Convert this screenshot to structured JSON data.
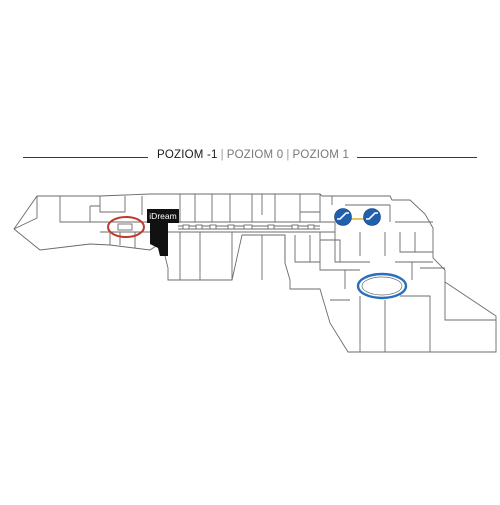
{
  "levels": {
    "tabs": [
      {
        "label": "POZIOM -1",
        "active": true
      },
      {
        "label": "POZIOM 0",
        "active": false
      },
      {
        "label": "POZIOM 1",
        "active": false
      }
    ],
    "separator": "|"
  },
  "map": {
    "highlighted_store": "iDream",
    "icons": [
      "escalator-icon",
      "escalator-icon"
    ],
    "colors": {
      "highlight": "#111111",
      "red_ring": "#c0392b",
      "blue_ring": "#2a6fbf",
      "escalator": "#1f5fae",
      "walls": "#6b6b6b"
    }
  }
}
